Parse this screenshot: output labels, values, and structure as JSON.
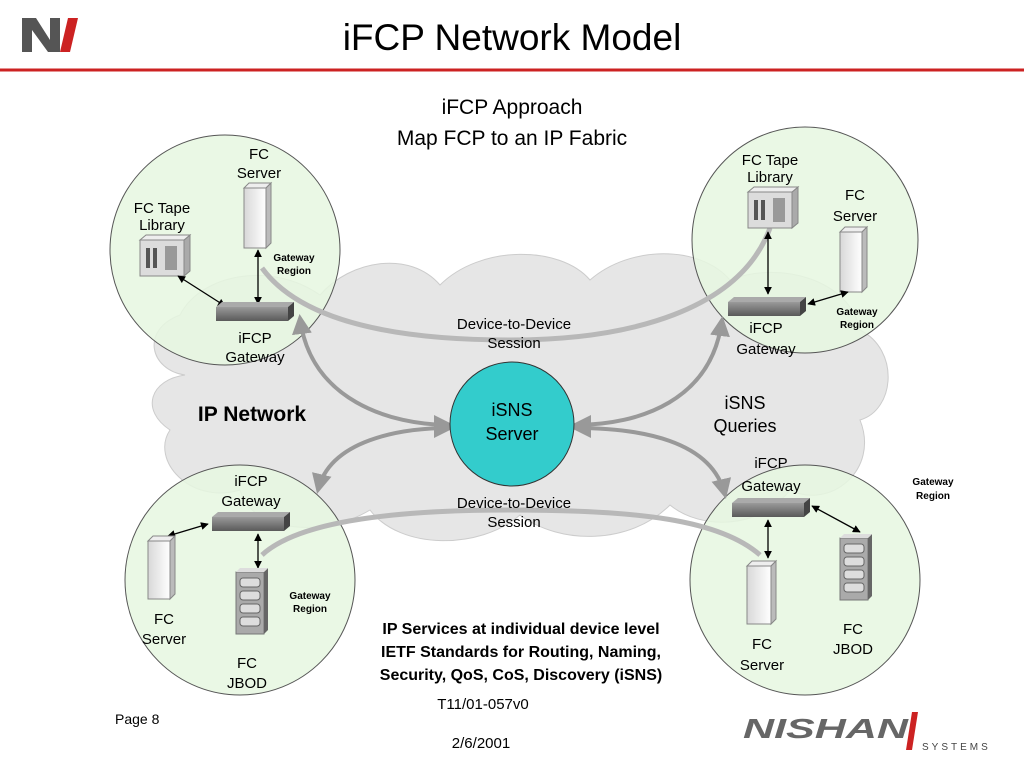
{
  "title": "iFCP Network Model",
  "approach": {
    "line1": "iFCP Approach",
    "line2": "Map FCP to an IP Fabric"
  },
  "ip_network_label": "IP Network",
  "isns_server": {
    "line1": "iSNS",
    "line2": "Server"
  },
  "isns_queries": {
    "line1": "iSNS",
    "line2": "Queries"
  },
  "sessions": {
    "top": {
      "line1": "Device-to-Device",
      "line2": "Session"
    },
    "bottom": {
      "line1": "Device-to-Device",
      "line2": "Session"
    }
  },
  "regions": {
    "top_left": {
      "server": {
        "line1": "FC",
        "line2": "Server"
      },
      "tape": {
        "line1": "FC Tape",
        "line2": "Library"
      },
      "gateway": {
        "line1": "iFCP",
        "line2": "Gateway"
      },
      "region": {
        "line1": "Gateway",
        "line2": "Region"
      }
    },
    "top_right": {
      "tape": {
        "line1": "FC Tape",
        "line2": "Library"
      },
      "server": {
        "line1": "FC",
        "line2": "Server"
      },
      "gateway": {
        "line1": "iFCP",
        "line2": "Gateway"
      },
      "region": {
        "line1": "Gateway",
        "line2": "Region"
      }
    },
    "bottom_left": {
      "gateway": {
        "line1": "iFCP",
        "line2": "Gateway"
      },
      "server": {
        "line1": "FC",
        "line2": "Server"
      },
      "jbod": {
        "line1": "FC",
        "line2": "JBOD"
      },
      "region": {
        "line1": "Gateway",
        "line2": "Region"
      }
    },
    "bottom_right": {
      "gateway": {
        "line1": "iFCP",
        "line2": "Gateway"
      },
      "server": {
        "line1": "FC",
        "line2": "Server"
      },
      "jbod": {
        "line1": "FC",
        "line2": "JBOD"
      },
      "region": {
        "line1": "Gateway",
        "line2": "Region"
      }
    }
  },
  "ip_services": {
    "line1": "IP Services at individual device level",
    "line2": "IETF Standards for Routing, Naming,",
    "line3": "Security, QoS, CoS, Discovery (iSNS)"
  },
  "footer": {
    "page": "Page 8",
    "doc_id": "T11/01-057v0",
    "date": "2/6/2001",
    "brand": "NISHAN",
    "brand_sub": "SYSTEMS"
  },
  "colors": {
    "accent_red": "#cc2222",
    "region_fill": "#e6f7e0",
    "cloud_fill": "#e6e6e6",
    "isns_fill": "#33cccc",
    "arrow_gray": "#999999"
  }
}
